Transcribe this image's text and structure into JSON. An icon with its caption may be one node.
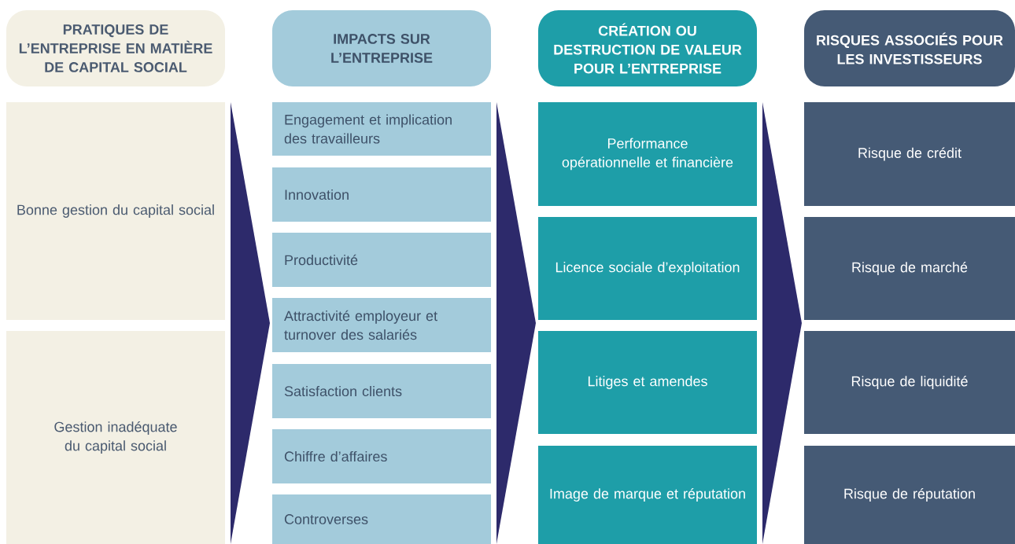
{
  "diagram": {
    "nodes": [
      {
        "text": [
          "PRATIQUES DE L’ENTREPRISE EN MATIÈRE DE CAPITAL SOCIAL"
        ]
      },
      {
        "text": [
          "Bonne gestion du capital social"
        ]
      },
      {
        "text": [
          "Gestion inadéquate du capital social"
        ]
      },
      {
        "text": [
          "IMPACTS SUR L’ENTREPRISE"
        ]
      },
      {
        "text": [
          "Engagement et implication des travailleurs"
        ]
      },
      {
        "text": [
          "Innovation"
        ]
      },
      {
        "text": [
          "Productivité"
        ]
      },
      {
        "text": [
          "Attractivité employeur et turnover des salariés"
        ]
      },
      {
        "text": [
          "Satisfaction clients"
        ]
      },
      {
        "text": [
          "Chiffre d’affaires"
        ]
      },
      {
        "text": [
          "Controverses"
        ]
      },
      {
        "text": [
          "CRÉATION OU DESTRUCTION DE VALEUR POUR L’ENTREPRISE"
        ]
      },
      {
        "text": [
          "Performance opérationnelle et financière"
        ]
      },
      {
        "text": [
          "Licence sociale d’exploitation"
        ]
      },
      {
        "text": [
          "Litiges et amendes"
        ]
      },
      {
        "text": [
          "Image de marque et réputation"
        ]
      },
      {
        "text": [
          "RISQUES ASSOCIÉS POUR LES INVESTISSEURS"
        ]
      },
      {
        "text": [
          "Risque de crédit"
        ]
      },
      {
        "text": [
          "Risque de marché"
        ]
      },
      {
        "text": [
          "Risque de liquidité"
        ]
      },
      {
        "text": [
          "Risque de réputation"
        ]
      }
    ]
  }
}
